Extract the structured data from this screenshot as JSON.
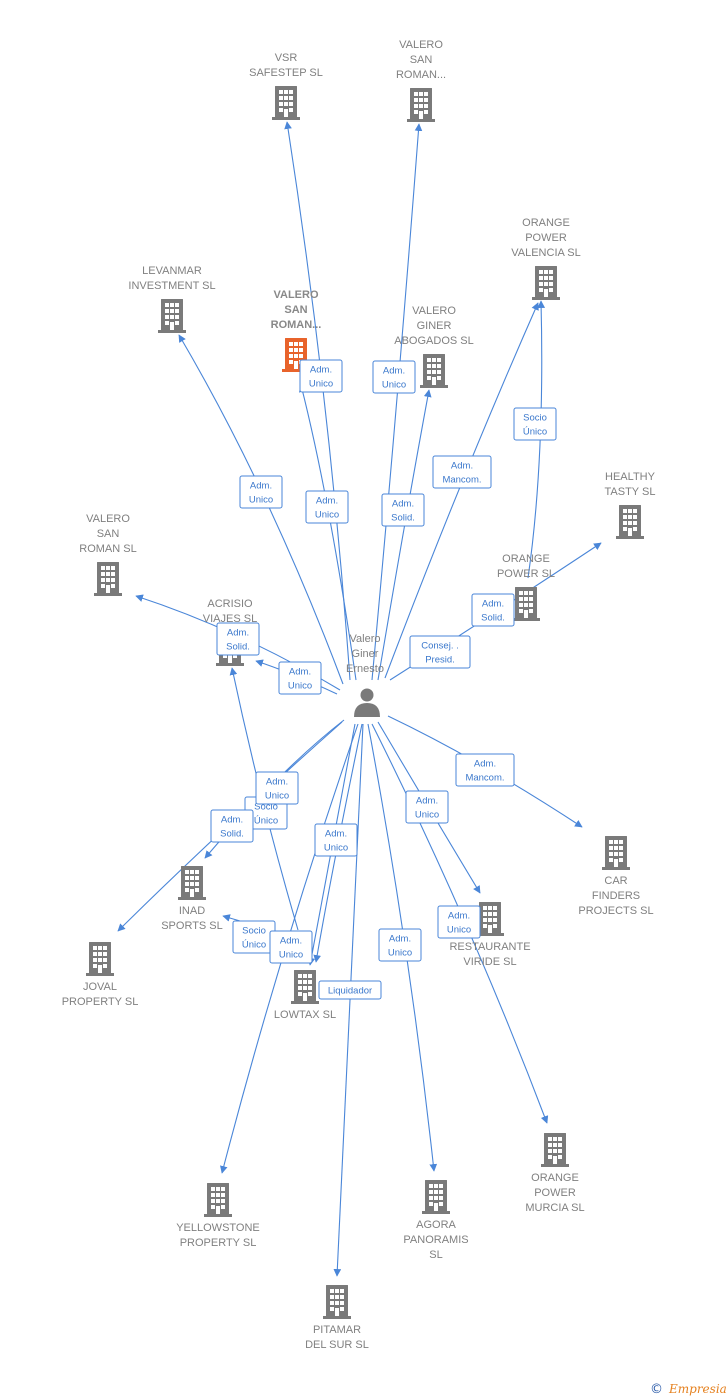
{
  "person": {
    "id": "valero",
    "label": [
      "Valero",
      "Giner",
      "Ernesto"
    ]
  },
  "colors": {
    "edge": "#4a86d8",
    "building": "#7a7a7a",
    "highlight": "#e8632b"
  },
  "nodes": [
    {
      "id": "vsr",
      "label": [
        "VSR",
        "SAFESTEP  SL"
      ]
    },
    {
      "id": "vsr2",
      "label": [
        "VALERO",
        "SAN",
        "ROMAN..."
      ]
    },
    {
      "id": "orv",
      "label": [
        "ORANGE",
        "POWER",
        "VALENCIA  SL"
      ]
    },
    {
      "id": "lev",
      "label": [
        "LEVANMAR",
        "INVESTMENT SL"
      ]
    },
    {
      "id": "vsr3",
      "label": [
        "VALERO",
        "SAN",
        "ROMAN..."
      ],
      "highlight": true
    },
    {
      "id": "vga",
      "label": [
        "VALERO",
        "GINER",
        "ABOGADOS SL"
      ]
    },
    {
      "id": "hts",
      "label": [
        "HEALTHY",
        "TASTY  SL"
      ]
    },
    {
      "id": "vsrsl",
      "label": [
        "VALERO",
        "SAN",
        "ROMAN SL"
      ]
    },
    {
      "id": "ops",
      "label": [
        "ORANGE",
        "POWER  SL"
      ]
    },
    {
      "id": "acr",
      "label": [
        "ACRISIO",
        "VIAJES  SL"
      ]
    },
    {
      "id": "cfp",
      "label": [
        "CAR",
        "FINDERS",
        "PROJECTS SL"
      ]
    },
    {
      "id": "ins",
      "label": [
        "INAD",
        "SPORTS  SL"
      ]
    },
    {
      "id": "rvs",
      "label": [
        "RESTAURANTE",
        "VIRIDE  SL"
      ]
    },
    {
      "id": "jov",
      "label": [
        "JOVAL",
        "PROPERTY  SL"
      ]
    },
    {
      "id": "low",
      "label": [
        "LOWTAX SL"
      ]
    },
    {
      "id": "opm",
      "label": [
        "ORANGE",
        "POWER",
        "MURCIA  SL"
      ]
    },
    {
      "id": "yel",
      "label": [
        "YELLOWSTONE",
        "PROPERTY  SL"
      ]
    },
    {
      "id": "ago",
      "label": [
        "AGORA",
        "PANORAMIS",
        "SL"
      ]
    },
    {
      "id": "pit",
      "label": [
        "PITAMAR",
        "DEL SUR SL"
      ]
    }
  ],
  "edges": [
    {
      "id": "e_vsr",
      "to": "vsr"
    },
    {
      "id": "e_vsr2",
      "to": "vsr2"
    },
    {
      "id": "e_orv",
      "to": "orv"
    },
    {
      "id": "e_lev",
      "to": "lev"
    },
    {
      "id": "e_vsr3",
      "to": "vsr3"
    },
    {
      "id": "e_vga",
      "to": "vga"
    },
    {
      "id": "e_hts",
      "to": "hts"
    },
    {
      "id": "e_vsrsl",
      "to": "vsrsl"
    },
    {
      "id": "e_ops_orv",
      "to": "orv"
    },
    {
      "id": "e_acr",
      "to": "acr"
    },
    {
      "id": "e_cfp",
      "to": "cfp"
    },
    {
      "id": "e_ins",
      "to": "ins"
    },
    {
      "id": "e_rvs",
      "to": "rvs"
    },
    {
      "id": "e_jov",
      "to": "jov"
    },
    {
      "id": "e_low",
      "to": "low"
    },
    {
      "id": "e_opm",
      "to": "opm"
    },
    {
      "id": "e_yel",
      "to": "yel"
    },
    {
      "id": "e_ago",
      "to": "ago"
    },
    {
      "id": "e_pit",
      "to": "pit"
    },
    {
      "id": "e_acr2",
      "to": "acr"
    },
    {
      "id": "e_ins2",
      "to": "ins"
    },
    {
      "id": "e_low2",
      "to": "low"
    }
  ],
  "roles": [
    {
      "id": "r1",
      "lines": [
        "Adm.",
        "Unico"
      ]
    },
    {
      "id": "r2",
      "lines": [
        "Adm.",
        "Unico"
      ]
    },
    {
      "id": "r3",
      "lines": [
        "Adm.",
        "Unico"
      ]
    },
    {
      "id": "r4",
      "lines": [
        "Adm.",
        "Unico"
      ]
    },
    {
      "id": "r5",
      "lines": [
        "Adm.",
        "Solid."
      ]
    },
    {
      "id": "r6",
      "lines": [
        "Adm.",
        "Mancom."
      ]
    },
    {
      "id": "r7",
      "lines": [
        "Socio",
        "Único"
      ]
    },
    {
      "id": "r8",
      "lines": [
        "Adm.",
        "Solid."
      ]
    },
    {
      "id": "r9",
      "lines": [
        "Consej. .",
        "Presid."
      ]
    },
    {
      "id": "r10",
      "lines": [
        "Adm.",
        "Solid."
      ]
    },
    {
      "id": "r11",
      "lines": [
        "Adm.",
        "Unico"
      ]
    },
    {
      "id": "r12",
      "lines": [
        "Adm.",
        "Mancom."
      ]
    },
    {
      "id": "r13",
      "lines": [
        "Socio",
        "Único"
      ]
    },
    {
      "id": "r14",
      "lines": [
        "Adm.",
        "Unico"
      ]
    },
    {
      "id": "r15",
      "lines": [
        "Adm.",
        "Solid."
      ]
    },
    {
      "id": "r16",
      "lines": [
        "Adm.",
        "Unico"
      ]
    },
    {
      "id": "r17",
      "lines": [
        "Adm.",
        "Unico"
      ]
    },
    {
      "id": "r18",
      "lines": [
        "Adm.",
        "Unico"
      ]
    },
    {
      "id": "r19",
      "lines": [
        "Socio",
        "Único"
      ]
    },
    {
      "id": "r20",
      "lines": [
        "Adm.",
        "Unico"
      ]
    },
    {
      "id": "r21",
      "lines": [
        "Adm.",
        "Unico"
      ]
    },
    {
      "id": "r22",
      "lines": [
        "Liquidador"
      ]
    }
  ],
  "footer": {
    "copyright": "©",
    "brand": "Empresia"
  }
}
